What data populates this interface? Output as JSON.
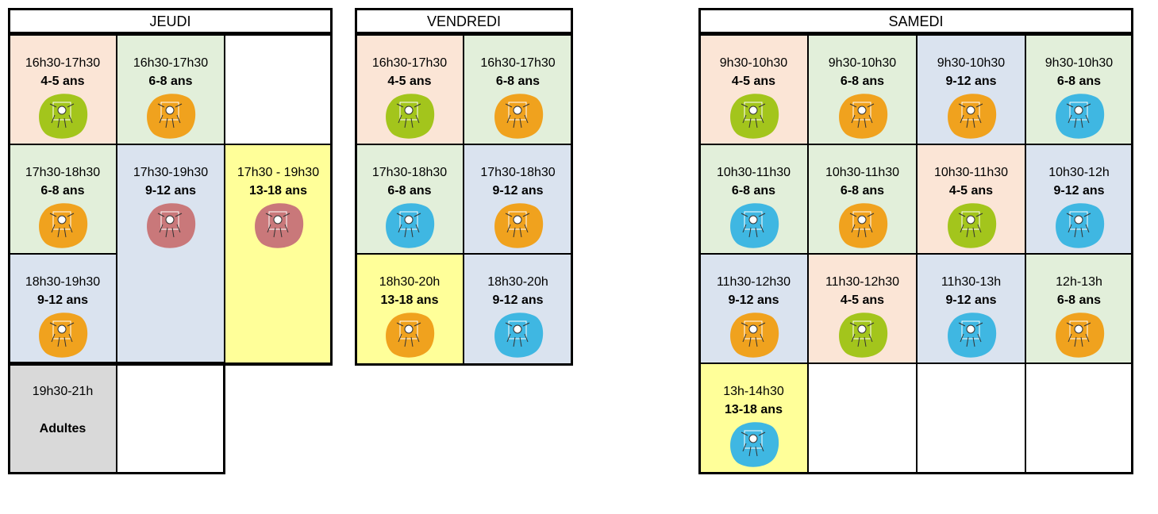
{
  "colors": {
    "peach": "#fbe5d6",
    "green": "#e2efda",
    "blue": "#dae3ef",
    "yellow": "#ffff99",
    "grey": "#d9d9d9",
    "blob_lime": "#a3c51c",
    "blob_orange": "#f0a21e",
    "blob_cyan": "#3fb7e2",
    "blob_rose": "#c9787a"
  },
  "days": {
    "jeudi": {
      "title": "JEUDI",
      "cells": [
        {
          "time": "16h30-17h30",
          "age": "4-5 ans",
          "icon": "lime-mascot-icon"
        },
        {
          "time": "16h30-17h30",
          "age": "6-8 ans",
          "icon": "orange-mascot-icon"
        },
        {
          "time": "17h30-18h30",
          "age": "6-8 ans",
          "icon": "orange-mascot-icon"
        },
        {
          "time": "17h30-19h30",
          "age": "9-12 ans",
          "icon": "rose-mascot-icon"
        },
        {
          "time": "17h30 - 19h30",
          "age": "13-18 ans",
          "icon": "rose-mascot-icon"
        },
        {
          "time": "18h30-19h30",
          "age": "9-12 ans",
          "icon": "orange-mascot-icon"
        },
        {
          "time": "19h30-21h",
          "age": "Adultes"
        }
      ]
    },
    "vendredi": {
      "title": "VENDREDI",
      "cells": [
        {
          "time": "16h30-17h30",
          "age": "4-5 ans",
          "icon": "lime-mascot-icon"
        },
        {
          "time": "16h30-17h30",
          "age": "6-8 ans",
          "icon": "orange-mascot-icon"
        },
        {
          "time": "17h30-18h30",
          "age": "6-8 ans",
          "icon": "cyan-mascot-icon"
        },
        {
          "time": "17h30-18h30",
          "age": "9-12 ans",
          "icon": "orange-mascot-icon"
        },
        {
          "time": "18h30-20h",
          "age": "13-18 ans",
          "icon": "orange-mascot-icon"
        },
        {
          "time": "18h30-20h",
          "age": "9-12 ans",
          "icon": "cyan-mascot-icon"
        }
      ]
    },
    "samedi": {
      "title": "SAMEDI",
      "cells": [
        {
          "time": "9h30-10h30",
          "age": "4-5 ans",
          "icon": "lime-mascot-icon"
        },
        {
          "time": "9h30-10h30",
          "age": "6-8 ans",
          "icon": "orange-mascot-icon"
        },
        {
          "time": "9h30-10h30",
          "age": "9-12 ans",
          "icon": "orange-mascot-icon"
        },
        {
          "time": "9h30-10h30",
          "age": "6-8 ans",
          "icon": "cyan-mascot-icon"
        },
        {
          "time": "10h30-11h30",
          "age": "6-8 ans",
          "icon": "cyan-mascot-icon"
        },
        {
          "time": "10h30-11h30",
          "age": "6-8 ans",
          "icon": "orange-mascot-icon"
        },
        {
          "time": "10h30-11h30",
          "age": "4-5 ans",
          "icon": "lime-mascot-icon"
        },
        {
          "time": "10h30-12h",
          "age": "9-12 ans",
          "icon": "cyan-mascot-icon"
        },
        {
          "time": "11h30-12h30",
          "age": "9-12 ans",
          "icon": "orange-mascot-icon"
        },
        {
          "time": "11h30-12h30",
          "age": "4-5 ans",
          "icon": "lime-mascot-icon"
        },
        {
          "time": "11h30-13h",
          "age": "9-12 ans",
          "icon": "cyan-mascot-icon"
        },
        {
          "time": "12h-13h",
          "age": "6-8 ans",
          "icon": "orange-mascot-icon"
        },
        {
          "time": "13h-14h30",
          "age": "13-18 ans",
          "icon": "cyan-mascot-icon"
        }
      ]
    }
  }
}
